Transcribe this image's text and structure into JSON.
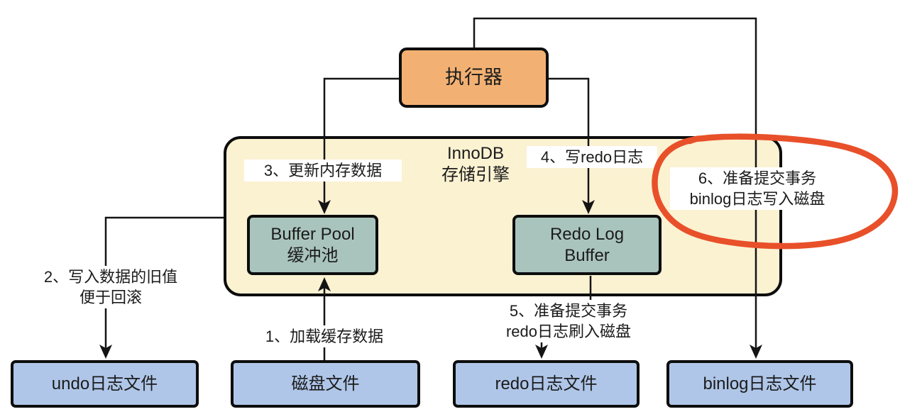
{
  "colors": {
    "background": "#FFFFFF",
    "executor_fill": "#F2B173",
    "engine_fill": "#FBF2D2",
    "memory_fill": "#A9C4BC",
    "file_fill": "#AFC6E8",
    "border": "#0D0D0D",
    "line": "#141414",
    "annotation_red": "#E8502A",
    "text": "#1B1B1B"
  },
  "executor": {
    "label": "执行器"
  },
  "engine": {
    "name_line1": "InnoDB",
    "name_line2": "存储引擎"
  },
  "buffers": {
    "buffer_pool": {
      "line1": "Buffer Pool",
      "line2": "缓冲池"
    },
    "redo_log_buffer": {
      "line1": "Redo Log",
      "line2": "Buffer"
    }
  },
  "files": {
    "undo": {
      "label": "undo日志文件"
    },
    "disk": {
      "label": "磁盘文件"
    },
    "redo": {
      "label": "redo日志文件"
    },
    "binlog": {
      "label": "binlog日志文件"
    }
  },
  "steps": {
    "step1": {
      "line1": "1、加载缓存数据",
      "line2": ""
    },
    "step2": {
      "line1": "2、写入数据的旧值",
      "line2": "便于回滚"
    },
    "step3": {
      "line1": "3、更新内存数据",
      "line2": ""
    },
    "step4": {
      "line1": "4、写redo日志",
      "line2": ""
    },
    "step5": {
      "line1": "5、准备提交事务",
      "line2": "redo日志刷入磁盘"
    },
    "step6": {
      "line1": "6、准备提交事务",
      "line2": "binlog日志写入磁盘"
    }
  }
}
